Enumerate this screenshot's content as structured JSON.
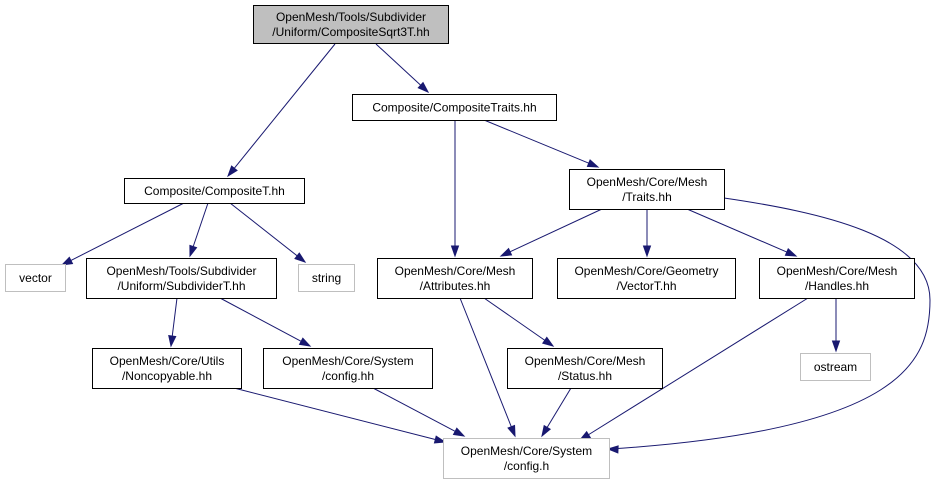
{
  "colors": {
    "edge": "#191970",
    "root_fill": "#bfbfbf",
    "node_fill": "#ffffff",
    "node_border": "#000000",
    "external_border": "#bfbfbf"
  },
  "nodes": [
    {
      "id": "root",
      "lines": [
        "OpenMesh/Tools/Subdivider",
        "/Uniform/CompositeSqrt3T.hh"
      ],
      "style": "root"
    },
    {
      "id": "composite_traits",
      "lines": [
        "Composite/CompositeTraits.hh"
      ],
      "style": "normal"
    },
    {
      "id": "composite_t",
      "lines": [
        "Composite/CompositeT.hh"
      ],
      "style": "normal"
    },
    {
      "id": "traits",
      "lines": [
        "OpenMesh/Core/Mesh",
        "/Traits.hh"
      ],
      "style": "normal"
    },
    {
      "id": "vector",
      "lines": [
        "vector"
      ],
      "style": "external"
    },
    {
      "id": "subdivider_t",
      "lines": [
        "OpenMesh/Tools/Subdivider",
        "/Uniform/SubdividerT.hh"
      ],
      "style": "normal"
    },
    {
      "id": "string",
      "lines": [
        "string"
      ],
      "style": "external"
    },
    {
      "id": "attributes",
      "lines": [
        "OpenMesh/Core/Mesh",
        "/Attributes.hh"
      ],
      "style": "normal"
    },
    {
      "id": "vectort",
      "lines": [
        "OpenMesh/Core/Geometry",
        "/VectorT.hh"
      ],
      "style": "normal"
    },
    {
      "id": "handles",
      "lines": [
        "OpenMesh/Core/Mesh",
        "/Handles.hh"
      ],
      "style": "normal"
    },
    {
      "id": "noncopyable",
      "lines": [
        "OpenMesh/Core/Utils",
        "/Noncopyable.hh"
      ],
      "style": "normal"
    },
    {
      "id": "config_hh",
      "lines": [
        "OpenMesh/Core/System",
        "/config.hh"
      ],
      "style": "normal"
    },
    {
      "id": "status",
      "lines": [
        "OpenMesh/Core/Mesh",
        "/Status.hh"
      ],
      "style": "normal"
    },
    {
      "id": "ostream",
      "lines": [
        "ostream"
      ],
      "style": "external"
    },
    {
      "id": "config_h",
      "lines": [
        "OpenMesh/Core/System",
        "/config.h"
      ],
      "style": "external"
    }
  ],
  "edges": [
    {
      "from": "root",
      "to": "composite_t"
    },
    {
      "from": "root",
      "to": "composite_traits"
    },
    {
      "from": "composite_traits",
      "to": "attributes"
    },
    {
      "from": "composite_traits",
      "to": "traits"
    },
    {
      "from": "composite_t",
      "to": "vector"
    },
    {
      "from": "composite_t",
      "to": "subdivider_t"
    },
    {
      "from": "composite_t",
      "to": "string"
    },
    {
      "from": "traits",
      "to": "attributes"
    },
    {
      "from": "traits",
      "to": "vectort"
    },
    {
      "from": "traits",
      "to": "handles"
    },
    {
      "from": "traits",
      "to": "config_h"
    },
    {
      "from": "subdivider_t",
      "to": "noncopyable"
    },
    {
      "from": "subdivider_t",
      "to": "config_hh"
    },
    {
      "from": "attributes",
      "to": "status"
    },
    {
      "from": "attributes",
      "to": "config_h"
    },
    {
      "from": "handles",
      "to": "ostream"
    },
    {
      "from": "handles",
      "to": "config_h"
    },
    {
      "from": "noncopyable",
      "to": "config_h"
    },
    {
      "from": "config_hh",
      "to": "config_h"
    },
    {
      "from": "status",
      "to": "config_h"
    }
  ]
}
